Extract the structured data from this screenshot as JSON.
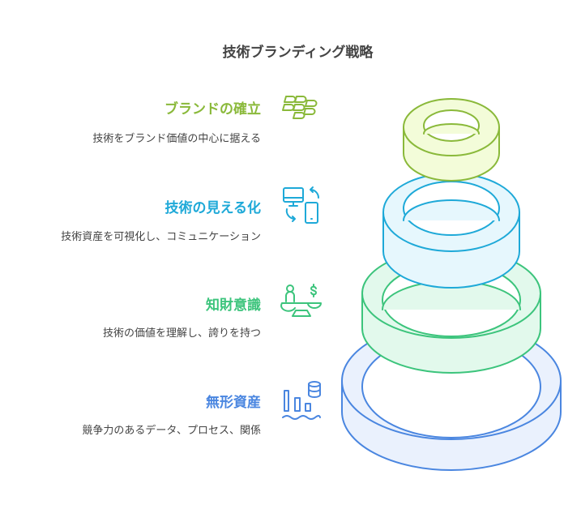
{
  "title": "技術ブランディング戦略",
  "items": [
    {
      "heading": "ブランドの確立",
      "description": "技術をブランド価値の中心に据える",
      "color": "#8ab93a",
      "icon": "blackberry-icon"
    },
    {
      "heading": "技術の見える化",
      "description": "技術資産を可視化し、コミュニケーション",
      "color": "#1ea9d8",
      "icon": "devices-sync-icon"
    },
    {
      "heading": "知財意識",
      "description": "技術の価値を理解し、誇りを持つ",
      "color": "#3cc47c",
      "icon": "balance-scale-icon"
    },
    {
      "heading": "無形資産",
      "description": "競争力のあるデータ、プロセス、関係",
      "color": "#4a86e0",
      "icon": "data-assets-icon"
    }
  ]
}
